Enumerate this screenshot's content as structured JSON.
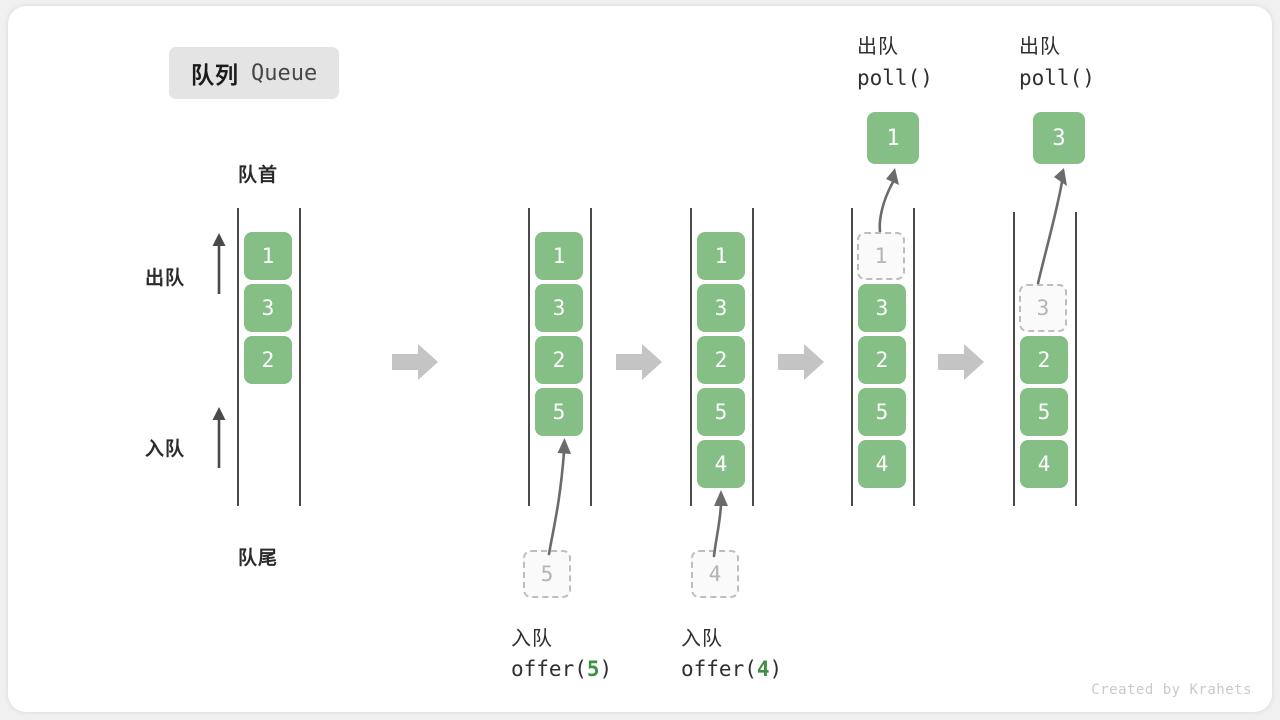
{
  "title": {
    "cn": "队列",
    "en": "Queue"
  },
  "credit": "Created by Krahets",
  "labels": {
    "front": "队首",
    "rear": "队尾",
    "dequeue_side": "出队",
    "enqueue_side": "入队"
  },
  "icons": {
    "step_arrow": "right-block-arrow-icon",
    "up_arrow": "up-arrow-icon",
    "curve_arrow": "curved-arrow-icon"
  },
  "colors": {
    "element": "#85bf85",
    "ghost_border": "#bdbdbd",
    "ghost_text": "#b4b4b4",
    "rail": "#4a4a4a",
    "step_arrow": "#c4c4c4",
    "highlight": "#3f9142",
    "badge_bg": "#e4e4e4",
    "card_bg": "#ffffff",
    "page_bg": "#f0f0f0"
  },
  "steps": [
    {
      "id": "initial",
      "caption_cn": "",
      "caption_code": "",
      "elements": [
        "1",
        "3",
        "2"
      ]
    },
    {
      "id": "offer-5",
      "caption_cn": "入队",
      "caption_code_pre": "offer(",
      "caption_code_val": "5",
      "caption_code_post": ")",
      "elements": [
        "1",
        "3",
        "2",
        "5"
      ],
      "incoming": "5"
    },
    {
      "id": "offer-4",
      "caption_cn": "入队",
      "caption_code_pre": "offer(",
      "caption_code_val": "4",
      "caption_code_post": ")",
      "elements": [
        "1",
        "3",
        "2",
        "5",
        "4"
      ],
      "incoming": "4"
    },
    {
      "id": "poll-1",
      "caption_cn": "出队",
      "caption_code": "poll()",
      "popped": "1",
      "ghost": "1",
      "elements": [
        "3",
        "2",
        "5",
        "4"
      ]
    },
    {
      "id": "poll-3",
      "caption_cn": "出队",
      "caption_code": "poll()",
      "popped": "3",
      "ghost": "3",
      "elements": [
        "2",
        "5",
        "4"
      ]
    }
  ]
}
